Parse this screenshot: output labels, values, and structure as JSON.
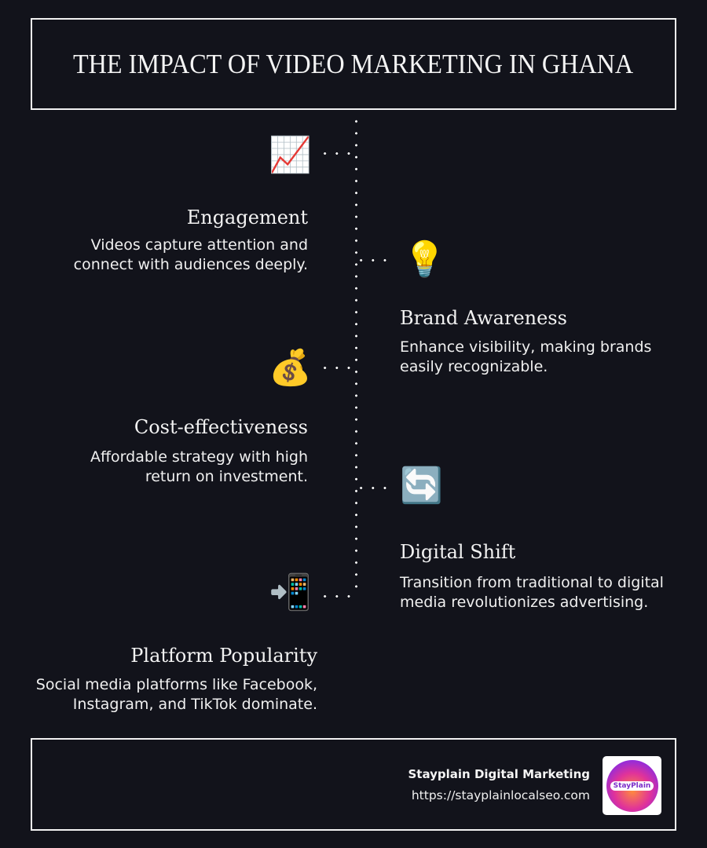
{
  "header": {
    "title": "THE IMPACT OF VIDEO MARKETING IN GHANA"
  },
  "items": [
    {
      "icon": "📈",
      "icon_name": "chart-increasing-icon",
      "title": "Engagement",
      "description_lines": [
        "Videos capture attention and",
        "connect with audiences deeply."
      ],
      "side": "left"
    },
    {
      "icon": "💡",
      "icon_name": "light-bulb-icon",
      "title": "Brand Awareness",
      "description_lines": [
        "Enhance visibility, making brands",
        "easily recognizable."
      ],
      "side": "right"
    },
    {
      "icon": "💰",
      "icon_name": "money-bag-icon",
      "title": "Cost-effectiveness",
      "description_lines": [
        "Affordable strategy with high",
        "return on investment."
      ],
      "side": "left"
    },
    {
      "icon": "🔄",
      "icon_name": "arrows-cycle-icon",
      "title": "Digital Shift",
      "description_lines": [
        "Transition from traditional to digital",
        "media revolutionizes advertising."
      ],
      "side": "right"
    },
    {
      "icon": "📲",
      "icon_name": "mobile-phone-arrow-icon",
      "title": "Platform Popularity",
      "description_lines": [
        "Social media platforms like Facebook,",
        "Instagram, and TikTok dominate."
      ],
      "side": "left"
    }
  ],
  "footer": {
    "company": "Stayplain Digital Marketing",
    "url": "https://stayplainlocalseo.com",
    "logo_text": "StayPlain"
  },
  "colors": {
    "background": "#12131b",
    "text": "#f2f2f2",
    "border": "#f2f2f2"
  }
}
